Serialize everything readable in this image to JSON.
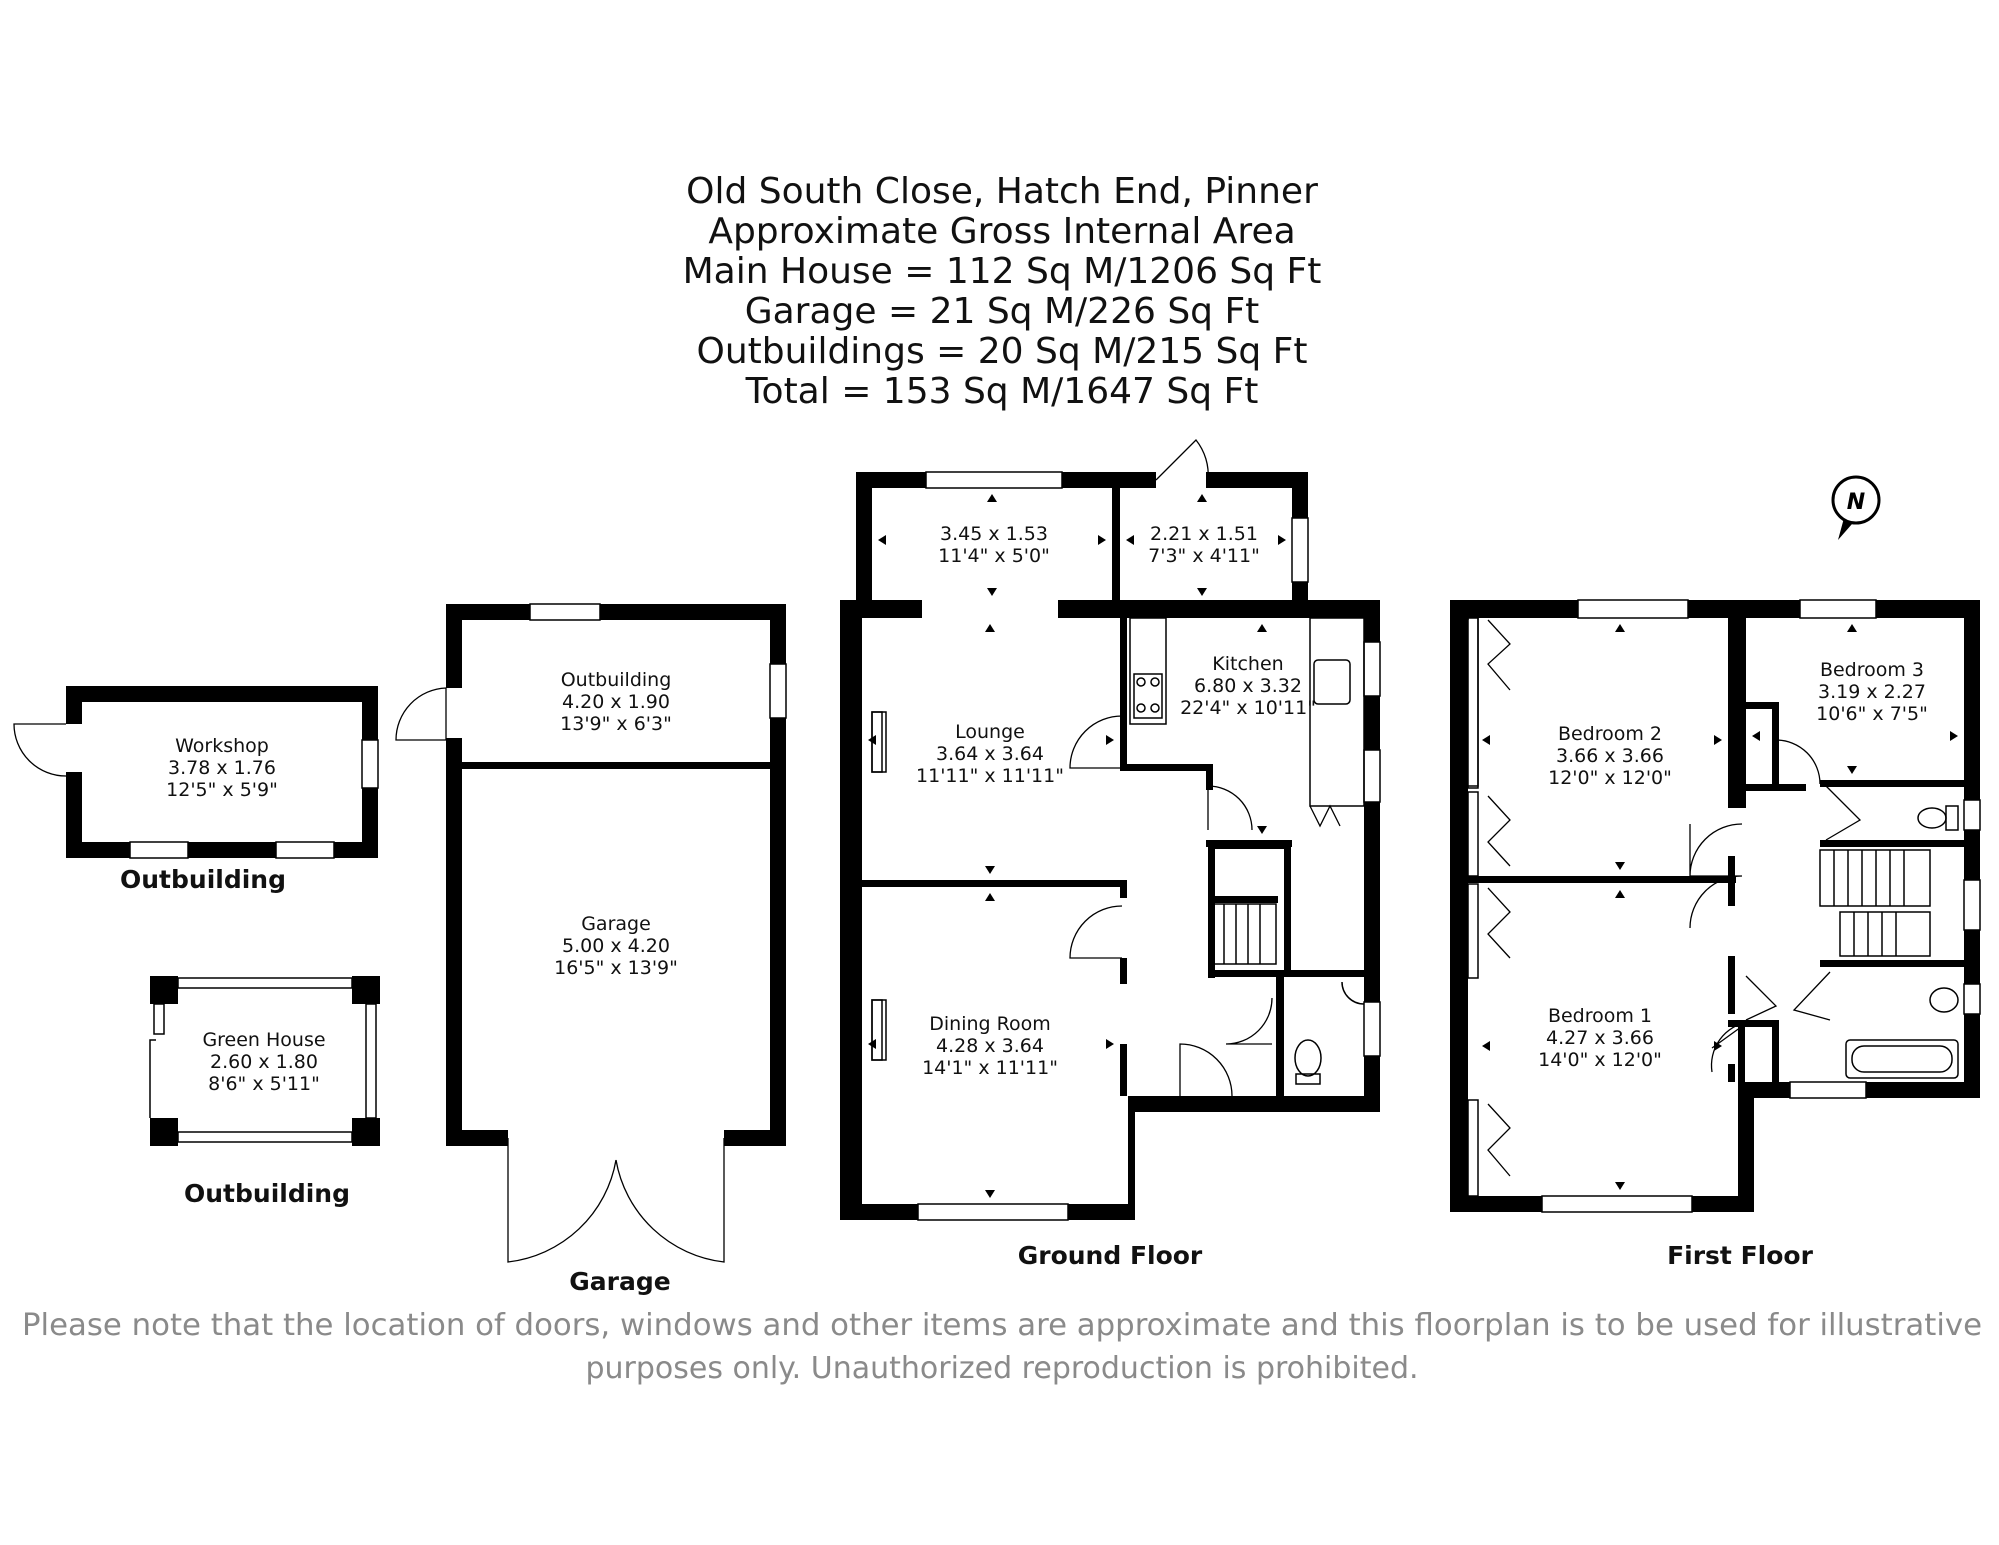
{
  "header": {
    "lines": [
      "Old South Close, Hatch End, Pinner",
      "Approximate Gross Internal Area",
      "Main House = 112 Sq M/1206 Sq Ft",
      "Garage = 21 Sq M/226 Sq Ft",
      "Outbuildings = 20 Sq M/215 Sq Ft",
      "Total = 153 Sq M/1647 Sq Ft"
    ]
  },
  "workshop": {
    "name": "Workshop",
    "metric": "3.78 x 1.76",
    "imperial": "12'5\" x 5'9\""
  },
  "green_house": {
    "name": "Green House",
    "metric": "2.60 x 1.80",
    "imperial": "8'6\" x 5'11\""
  },
  "outbuilding_room": {
    "name": "Outbuilding",
    "metric": "4.20 x 1.90",
    "imperial": "13'9\" x 6'3\""
  },
  "garage_room": {
    "name": "Garage",
    "metric": "5.00 x 4.20",
    "imperial": "16'5\" x 13'9\""
  },
  "ground": {
    "room_a": {
      "metric": "3.45 x 1.53",
      "imperial": "11'4\" x 5'0\""
    },
    "room_b": {
      "metric": "2.21 x 1.51",
      "imperial": "7'3\" x 4'11\""
    },
    "lounge": {
      "name": "Lounge",
      "metric": "3.64 x 3.64",
      "imperial": "11'11\" x 11'11\""
    },
    "kitchen": {
      "name": "Kitchen",
      "metric": "6.80 x 3.32",
      "imperial": "22'4\" x 10'11\""
    },
    "dining": {
      "name": "Dining Room",
      "metric": "4.28 x 3.64",
      "imperial": "14'1\" x 11'11\""
    }
  },
  "first": {
    "bedroom2": {
      "name": "Bedroom 2",
      "metric": "3.66 x 3.66",
      "imperial": "12'0\" x 12'0\""
    },
    "bedroom3": {
      "name": "Bedroom 3",
      "metric": "3.19 x 2.27",
      "imperial": "10'6\" x 7'5\""
    },
    "bedroom1": {
      "name": "Bedroom 1",
      "metric": "4.27 x 3.66",
      "imperial": "14'0\" x 12'0\""
    }
  },
  "compass": {
    "label": "N"
  },
  "captions": {
    "outbuilding_1": "Outbuilding",
    "outbuilding_2": "Outbuilding",
    "garage": "Garage",
    "ground_floor": "Ground Floor",
    "first_floor": "First Floor"
  },
  "disclaimer": {
    "line1": "Please note that the location of doors, windows and other items are approximate and this floorplan is to be used for illustrative",
    "line2": "purposes only. Unauthorized reproduction is prohibited."
  }
}
